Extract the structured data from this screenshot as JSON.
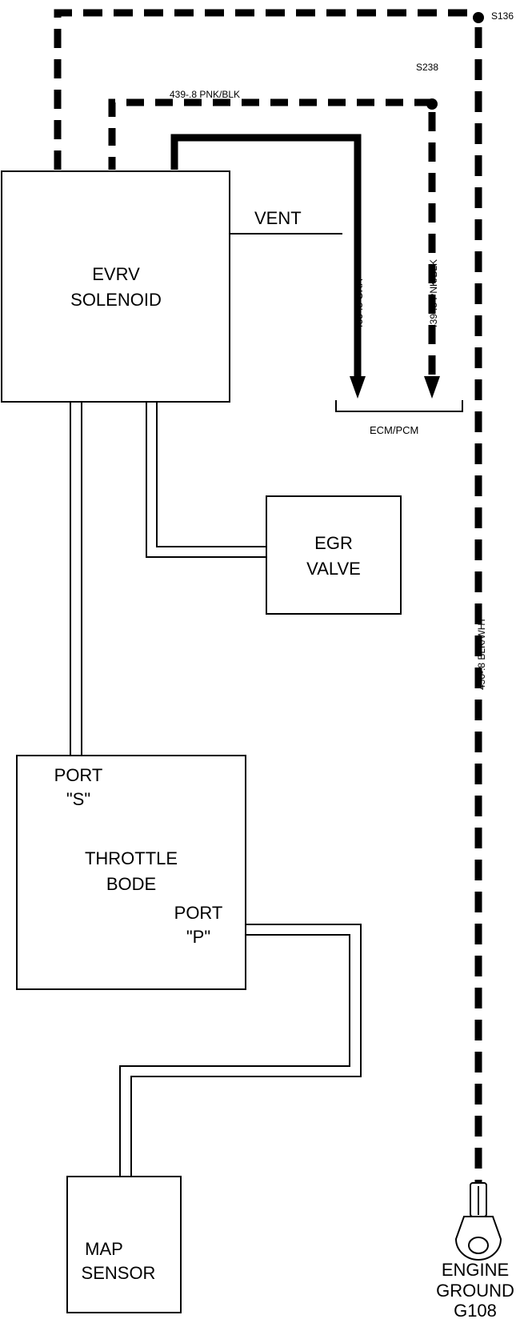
{
  "components": {
    "evrv": {
      "line1": "EVRV",
      "line2": "SOLENOID"
    },
    "egr": {
      "line1": "EGR",
      "line2": "VALVE"
    },
    "throttle": {
      "line1": "THROTTLE",
      "line2": "BODE"
    },
    "map": {
      "line1": "MAP",
      "line2": "SENSOR"
    },
    "ecm": {
      "label": "ECM/PCM"
    },
    "ground": {
      "line1": "ENGINE",
      "line2": "GROUND",
      "line3": "G108"
    }
  },
  "ports": {
    "s": {
      "line1": "PORT",
      "line2": "\"S\""
    },
    "p": {
      "line1": "PORT",
      "line2": "\"P\""
    }
  },
  "vent": {
    "label": "VENT"
  },
  "splices": {
    "s136": "S136",
    "s238": "S238"
  },
  "wires": {
    "top_pnk_blk": "439-.8 PNK/BLK",
    "vert_gra": "435-.8 GRA",
    "vert_pnk_blk": "439-.8 PNK/BLK",
    "ground_blk_wht": "450-.8 BLK/WHT"
  },
  "colors": {
    "line": "#000000",
    "background": "#ffffff"
  }
}
